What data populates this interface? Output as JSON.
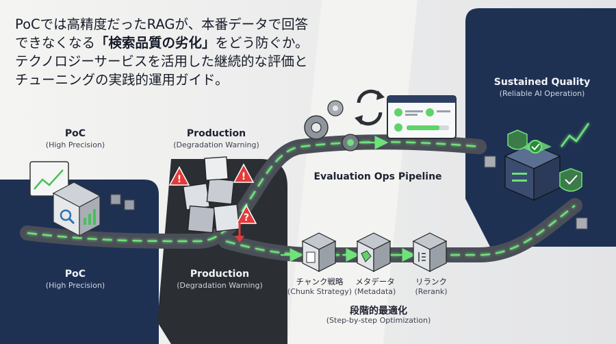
{
  "headline": {
    "line1": "PoCでは高精度だったRAGが、本番データで回答",
    "line2_prefix": "できなくなる",
    "line2_bold": "「検索品質の劣化」",
    "line2_suffix": "をどう防ぐか。",
    "line3": "テクノロジーサービスを活用した継続的な評価と",
    "line4": "チューニングの実践的運用ガイド。"
  },
  "poc_top": {
    "title": "PoC",
    "subtitle": "(High Precision)"
  },
  "production_top": {
    "title": "Production",
    "subtitle": "(Degradation Warning)"
  },
  "sustained": {
    "title": "Sustained Quality",
    "subtitle": "(Reliable AI Operation)"
  },
  "pipeline": {
    "title": "Evaluation Ops Pipeline"
  },
  "poc_bottom": {
    "title": "PoC",
    "subtitle": "(High Precision)"
  },
  "production_bottom": {
    "title": "Production",
    "subtitle": "(Degradation Warning)"
  },
  "steps": [
    {
      "title": "チャンク戦略",
      "subtitle": "(Chunk Strategy)"
    },
    {
      "title": "メタデータ",
      "subtitle": "(Metadata)"
    },
    {
      "title": "リランク",
      "subtitle": "(Rerank)"
    }
  ],
  "optimization": {
    "title": "段階的最適化",
    "subtitle": "(Step-by-step Optimization)"
  },
  "colors": {
    "navy": "#1f3153",
    "dark": "#2b2e33",
    "green": "#5fd36a",
    "road": "#4a4f57"
  }
}
